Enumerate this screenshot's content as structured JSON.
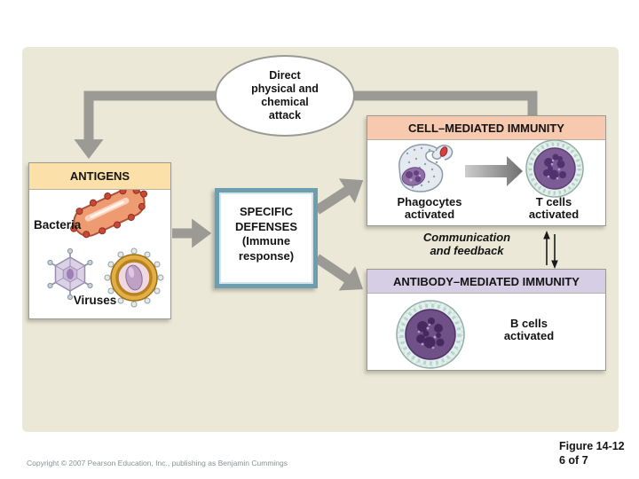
{
  "colors": {
    "panel_bg": "#ECE8D7",
    "arrow_gray": "#9B9A94",
    "antigens_header_bg": "#FBE1A9",
    "cell_header_bg": "#F7C9AE",
    "antibody_header_bg": "#D6CEE4",
    "defenses_border": "#6E9DAE",
    "text": "#141414"
  },
  "oval": {
    "lines": [
      "Direct",
      "physical and",
      "chemical",
      "attack"
    ]
  },
  "antigens": {
    "header": "ANTIGENS",
    "bacteria_label": "Bacteria",
    "viruses_label": "Viruses"
  },
  "specific_defenses": {
    "lines": [
      "SPECIFIC",
      "DEFENSES",
      "(Immune",
      "response)"
    ]
  },
  "cell_mediated": {
    "header": "CELL–MEDIATED IMMUNITY",
    "phagocytes_line1": "Phagocytes",
    "phagocytes_line2": "activated",
    "tcells_line1": "T cells",
    "tcells_line2": "activated"
  },
  "communication": {
    "line1": "Communication",
    "line2": "and feedback"
  },
  "antibody_mediated": {
    "header": "ANTIBODY–MEDIATED IMMUNITY",
    "bcells_line1": "B cells",
    "bcells_line2": "activated"
  },
  "footer": {
    "copyright": "Copyright © 2007 Pearson Education, Inc., publishing as Benjamin Cummings",
    "figure": "Figure 14-12",
    "page": "6 of 7"
  }
}
